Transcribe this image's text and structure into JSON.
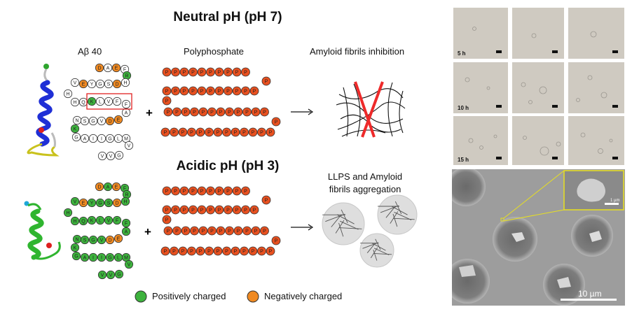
{
  "neutral_title": "Neutral pH (pH 7)",
  "acidic_title": "Acidic pH (pH 3)",
  "abeta_label": "Aβ 40",
  "polyphosphate_label": "Polyphosphate",
  "neutral_outcome": "Amyloid fibrils inhibition",
  "acidic_outcome_line1": "LLPS and Amyloid",
  "acidic_outcome_line2": "fibrils aggregation",
  "plus_sign": "+",
  "arrow": "→",
  "bead_letter": "P",
  "peptide": {
    "row1": [
      "D",
      "A",
      "E",
      "F",
      "R"
    ],
    "row2": [
      "H",
      "D",
      "S",
      "G",
      "Y",
      "E",
      "V"
    ],
    "row3": [
      "H",
      "Q",
      "K",
      "L",
      "V",
      "F"
    ],
    "row4": [
      "F",
      "A"
    ],
    "row5": [
      "E",
      "D",
      "V",
      "G",
      "S",
      "N"
    ],
    "row6": [
      "K"
    ],
    "row7": [
      "G",
      "A",
      "I",
      "I",
      "G",
      "L",
      "M",
      "V"
    ],
    "row8": [
      "G",
      "V",
      "V"
    ]
  },
  "legend": {
    "positive": "Positively charged",
    "negative": "Negatively charged"
  },
  "micrographs": {
    "row_labels": [
      "5 h",
      "10 h",
      "15 h"
    ]
  },
  "sem": {
    "scale_label": "10 µm",
    "inset_scale_label": "1 µm"
  },
  "colors": {
    "negative": "#f08a22",
    "positive": "#3db23d",
    "polyphosphate": "#e8501f",
    "helix_neutral": "#1f2fd6",
    "helix_acidic": "#2fb52f",
    "highlight_box": "#e02020",
    "fibril_cross": "#ee2a2a",
    "sem_inset_border": "#e8e020"
  }
}
